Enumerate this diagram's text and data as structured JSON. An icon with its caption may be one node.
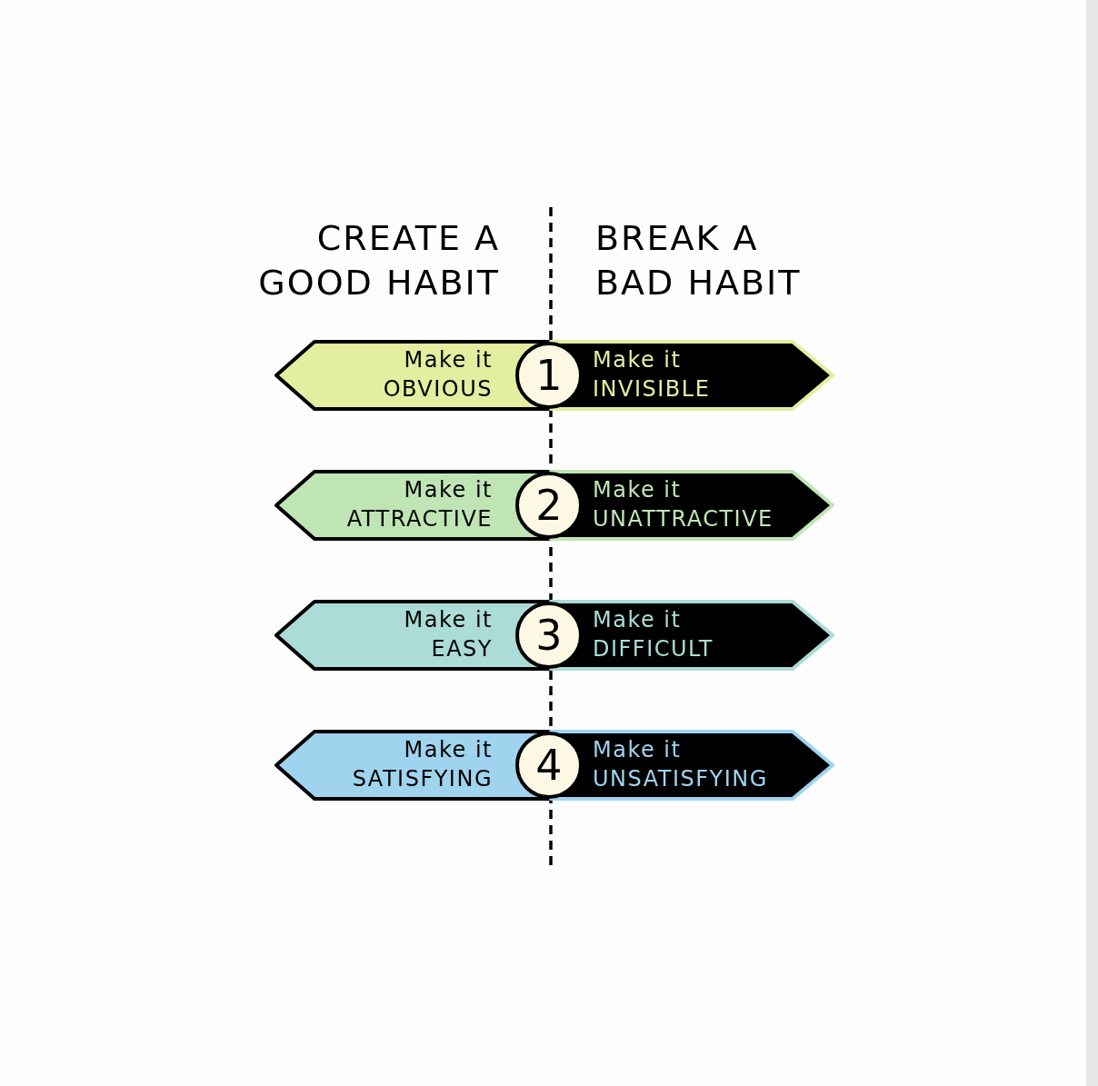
{
  "diagram": {
    "nodes": [
      {
        "text": [
          "Make it OBVIOUS"
        ]
      },
      {
        "text": [
          "1"
        ]
      },
      {
        "text": [
          "Make it INVISIBLE"
        ]
      },
      {
        "text": [
          "Make it ATTRACTIVE"
        ]
      },
      {
        "text": [
          "2"
        ]
      },
      {
        "text": [
          "Make it UNATTRACTIVE"
        ]
      },
      {
        "text": [
          "Make it EASY"
        ]
      },
      {
        "text": [
          "3"
        ]
      },
      {
        "text": [
          "Make it DIFFICULT"
        ]
      },
      {
        "text": [
          "Make it SATISFYING"
        ]
      },
      {
        "text": [
          "4"
        ]
      },
      {
        "text": [
          "Make it UNSATISFYING"
        ]
      }
    ],
    "labels": [
      "CREATE A GOOD HABIT",
      "BREAK A BAD HABIT"
    ]
  }
}
